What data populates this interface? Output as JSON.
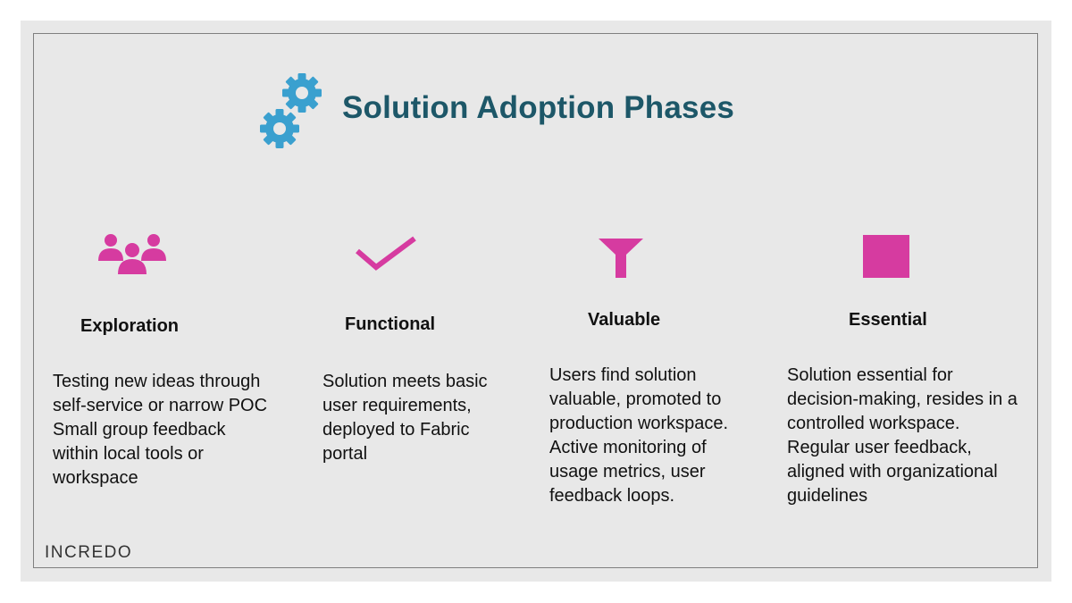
{
  "slide": {
    "title": "Solution Adoption Phases",
    "title_color": "#1d5768",
    "icon_color": "#3aa0cf",
    "accent_color": "#d63ba0"
  },
  "phases": [
    {
      "title": "Exploration",
      "icon": "users-group-icon",
      "lines": [
        "Testing new ideas through",
        "self-service or narrow POC",
        "Small group feedback",
        "within local tools or",
        "workspace"
      ]
    },
    {
      "title": "Functional",
      "icon": "checkmark-icon",
      "lines": [
        "Solution meets basic",
        "user requirements,",
        "deployed to Fabric",
        "portal"
      ]
    },
    {
      "title": "Valuable",
      "icon": "funnel-icon",
      "lines": [
        "Users find solution",
        "valuable, promoted to",
        "production workspace.",
        "Active monitoring of",
        "usage metrics, user",
        "feedback loops."
      ]
    },
    {
      "title": "Essential",
      "icon": "square-icon",
      "lines": [
        "Solution essential for",
        "decision-making, resides in a",
        "controlled workspace.",
        "Regular user feedback,",
        "aligned with organizational",
        "guidelines"
      ]
    }
  ],
  "logo": {
    "text": "INCREDO"
  }
}
